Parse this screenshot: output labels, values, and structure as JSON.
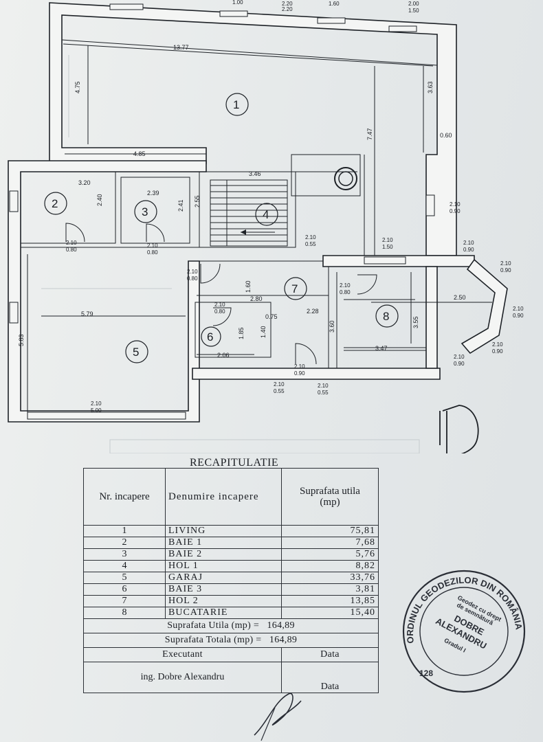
{
  "rooms": [
    {
      "no": "1",
      "name": "LIVING",
      "area": "75,81"
    },
    {
      "no": "2",
      "name": "BAIE 1",
      "area": "7,68"
    },
    {
      "no": "3",
      "name": "BAIE 2",
      "area": "5,76"
    },
    {
      "no": "4",
      "name": "HOL 1",
      "area": "8,82"
    },
    {
      "no": "5",
      "name": "GARAJ",
      "area": "33,76"
    },
    {
      "no": "6",
      "name": "BAIE 3",
      "area": "3,81"
    },
    {
      "no": "7",
      "name": "HOL 2",
      "area": "13,85"
    },
    {
      "no": "8",
      "name": "BUCATARIE",
      "area": "15,40"
    }
  ],
  "dimensions": {
    "top_a": "1.00",
    "top_b1": "2.20",
    "top_b2": "2.20",
    "top_c": "1.60",
    "top_d1": "2.00",
    "top_d2": "1.50",
    "living_w": "13.77",
    "living_h": "4.75",
    "living_right": "3.63",
    "living_d": "7.47",
    "living_x": "0.60",
    "living_w2": "4.85",
    "hol1_w": "3.46",
    "baie1_w": "3.20",
    "baie1_h": "2.40",
    "baie2_w": "2.39",
    "baie2_h": "2.41",
    "hol1_h": "2.55",
    "door_a1": "2.10",
    "door_a2": "0.80",
    "door_b1": "2.10",
    "door_b2": "0.80",
    "win_a1": "2.10",
    "win_a2": "0.55",
    "win_b1": "2.10",
    "win_b2": "1.50",
    "win_c1": "2.10",
    "win_c2": "0.90",
    "win_d1": "2.10",
    "win_d2": "0.90",
    "win_e1": "2.10",
    "win_e2": "0.90",
    "win_f1": "2.10",
    "win_f2": "0.90",
    "win_g1": "2.10",
    "win_g2": "0.90",
    "win_h1": "2.10",
    "win_h2": "0.90",
    "garaj_door1": "2.10",
    "garaj_door2": "0.80",
    "hol2_h": "1.60",
    "hol2_w": "2.80",
    "hol2_w2": "2.28",
    "hol2_075": "0.75",
    "baie3_door1": "2.10",
    "baie3_door2": "0.80",
    "kitchen_door1": "2.10",
    "kitchen_door2": "0.80",
    "garaj_w": "5.79",
    "garaj_h": "5.83",
    "baie3_h1": "1.85",
    "baie3_h2": "1.40",
    "baie3_w": "2.06",
    "hol2_h2": "3.60",
    "kitchen_w": "2.50",
    "kitchen_h": "3.55",
    "kitchen_w2": "3.47",
    "entry_door1": "2.10",
    "entry_door2": "0.90",
    "win_i1": "2.10",
    "win_i2": "0.55",
    "win_j1": "2.10",
    "win_j2": "0.55",
    "garaj_gate1": "2.10",
    "garaj_gate2": "5.00"
  },
  "recap": {
    "title": "RECAPITULATIE",
    "col_no": "Nr. incapere",
    "col_name": "Denumire incapere",
    "col_area_1": "Suprafata utila",
    "col_area_2": "(mp)",
    "utila_label": "Suprafata Utila (mp) =",
    "utila_value": "164,89",
    "totala_label": "Suprafata Totala (mp) =",
    "totala_value": "164,89",
    "executant": "Executant",
    "data1": "Data",
    "engineer": "ing. Dobre Alexandru",
    "data2": "Data"
  },
  "stamp": {
    "ring": "ORDINUL GEODEZILOR DIN ROMÂNIA",
    "line1": "Geodez cu drept",
    "line2": "de semnătură",
    "name1": "DOBRE",
    "name2": "ALEXANDRU",
    "grade": "Gradul I",
    "number": "128"
  },
  "north_label": "P"
}
